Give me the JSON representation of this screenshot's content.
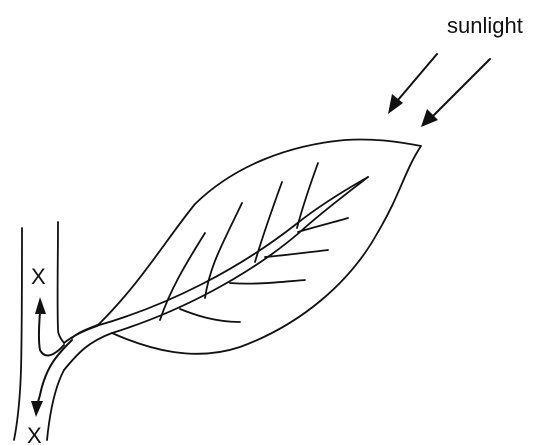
{
  "labels": {
    "sunlight": "sunlight",
    "x_upper": "X",
    "x_lower": "X"
  },
  "colors": {
    "ink": "#111111",
    "background": "#ffffff"
  }
}
